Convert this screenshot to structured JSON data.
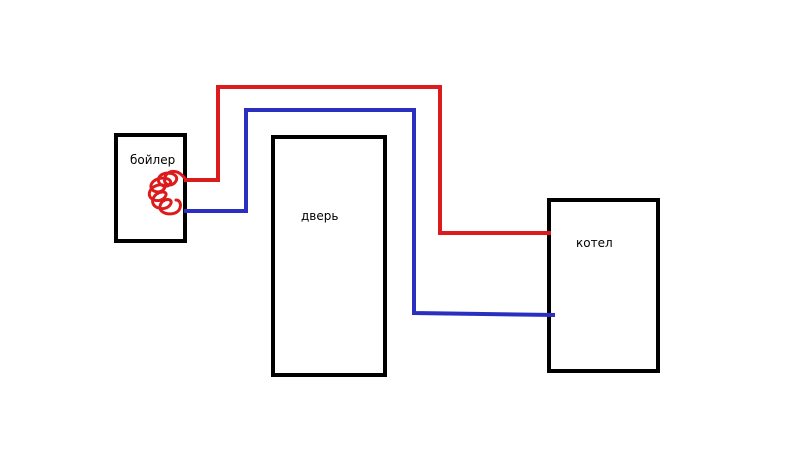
{
  "diagram": {
    "labels": {
      "boiler": "бойлер",
      "door": "дверь",
      "kotel": "котел"
    },
    "colors": {
      "hot_pipe": "#dc1c1c",
      "cold_pipe": "#2a2fc0",
      "outline": "#000000",
      "background": "#ffffff"
    }
  }
}
